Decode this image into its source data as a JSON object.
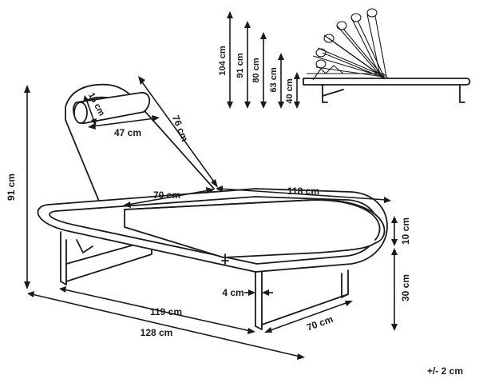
{
  "dimensions": {
    "total_height": "91 cm",
    "back_length": "76 cm",
    "pillow_width": "47 cm",
    "pillow_diameter": "15 cm",
    "seat_width": "70 cm",
    "seat_length": "118 cm",
    "cushion_thickness": "10 cm",
    "seat_height": "30 cm",
    "frame_thickness": "4 cm",
    "inner_length": "119 cm",
    "total_length": "128 cm",
    "total_width": "70 cm"
  },
  "positions": {
    "heights": [
      "104 cm",
      "91 cm",
      "80 cm",
      "63 cm",
      "40 cm"
    ]
  },
  "tolerance": "+/- 2 cm"
}
